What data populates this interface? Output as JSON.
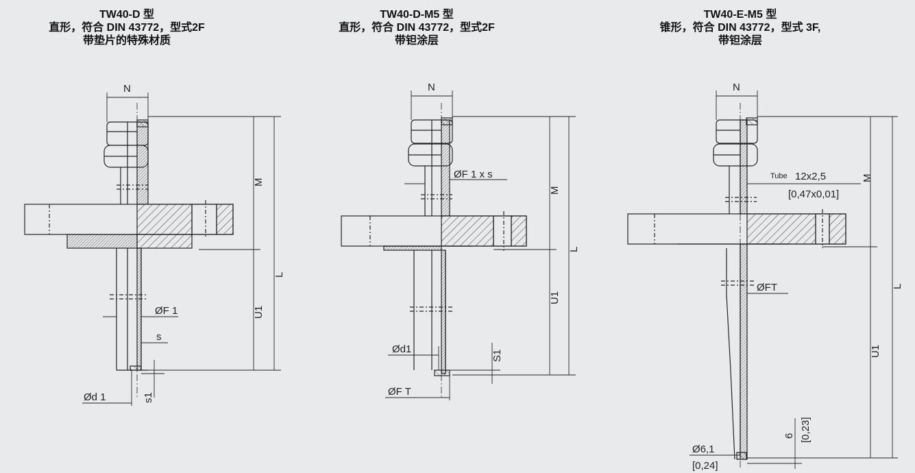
{
  "drawings": [
    {
      "title_lines": [
        "TW40-D 型",
        "直形，符合 DIN 43772，型式2F",
        "带垫片的特殊材质"
      ],
      "labels": {
        "N": "N",
        "M": "M",
        "L": "L",
        "U1": "U1",
        "F1": "ØF 1",
        "s": "s",
        "s1": "s1",
        "d1": "Ød 1"
      }
    },
    {
      "title_lines": [
        "TW40-D-M5 型",
        "直形，符合 DIN 43772，型式2F",
        "带钽涂层"
      ],
      "labels": {
        "N": "N",
        "M": "M",
        "L": "L",
        "U1": "U1",
        "F1xs": "ØF 1 x s",
        "d1": "Ød1",
        "S1": "S1",
        "FT": "ØF T"
      }
    },
    {
      "title_lines": [
        "TW40-E-M5 型",
        "锥形，符合 DIN 43772，型式 3F,",
        "带钽涂层"
      ],
      "labels": {
        "N": "N",
        "M": "M",
        "L": "L",
        "U1": "U1",
        "FT": "ØFT",
        "tube_word": "Tube",
        "tube_size": "12x2,5",
        "tube_inch": "[0,47x0,01]",
        "tip_dia": "Ø6,1",
        "tip_dia_inch": "[0,24]",
        "tip_len": "6",
        "tip_len_inch": "[0,23]"
      }
    }
  ]
}
